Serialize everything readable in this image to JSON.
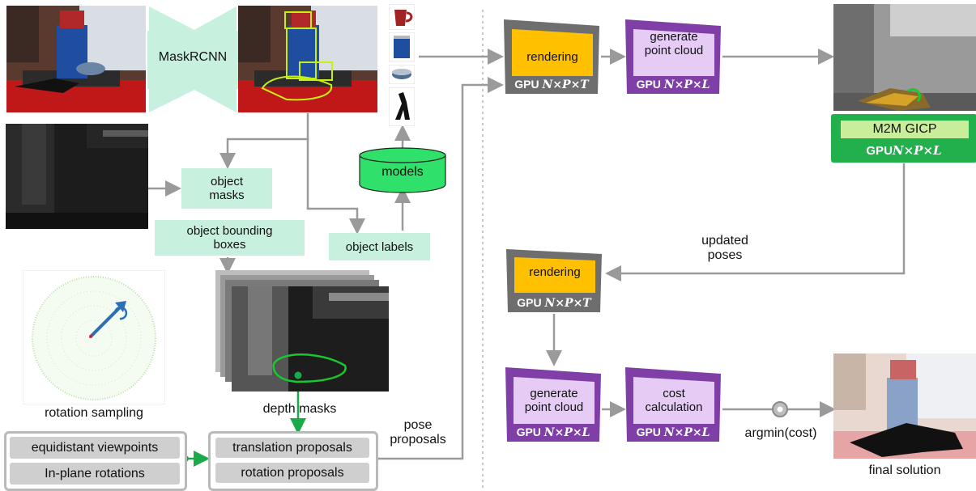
{
  "colors": {
    "mint": "#c8f0df",
    "models_green": "#2fe06a",
    "gicp_green": "#22b04d",
    "gicp_label": "#c9ee9b",
    "render_orange": "#ffc000",
    "render_gray": "#6e6e6e",
    "pc_purple": "#7f3fa6",
    "pc_inner": "#e6ccf5",
    "arrow_gray": "#9a9a9a",
    "arrow_green": "#1aaa4a"
  },
  "network": {
    "label": "MaskRCNN"
  },
  "models": {
    "label": "models"
  },
  "object_masks": {
    "label_line1": "object",
    "label_line2": "masks"
  },
  "bounding_boxes": {
    "label_line1": "object bounding",
    "label_line2": "boxes"
  },
  "object_labels": {
    "label": "object labels"
  },
  "rotation_sampling": {
    "caption": "rotation sampling"
  },
  "depth_masks": {
    "caption": "depth masks"
  },
  "viewpoints": {
    "equidistant": "equidistant viewpoints",
    "in_plane": "In-plane rotations"
  },
  "proposals": {
    "translation": "translation proposals",
    "rotation": "rotation proposals"
  },
  "pose_proposals": {
    "line1": "pose",
    "line2": "proposals"
  },
  "render_top": {
    "label": "rendering",
    "gpu_prefix": "GPU ",
    "gpu_dims": "N×P×T"
  },
  "pc_top": {
    "line1": "generate",
    "line2": "point cloud",
    "gpu_prefix": "GPU ",
    "gpu_dims": "N×P×L"
  },
  "gicp": {
    "label": "M2M GICP",
    "gpu_prefix": "GPU",
    "gpu_dims": "N×P×L"
  },
  "updated_poses": {
    "line1": "updated",
    "line2": "poses"
  },
  "render_mid": {
    "label": "rendering",
    "gpu_prefix": "GPU ",
    "gpu_dims": "N×P×T"
  },
  "pc_bottom": {
    "line1": "generate",
    "line2": "point cloud",
    "gpu_prefix": "GPU ",
    "gpu_dims": "N×P×L"
  },
  "cost": {
    "line1": "cost",
    "line2": "calculation",
    "gpu_prefix": "GPU ",
    "gpu_dims": "N×P×L"
  },
  "argmin": {
    "label": "argmin(cost)"
  },
  "final_solution": {
    "caption": "final solution"
  }
}
